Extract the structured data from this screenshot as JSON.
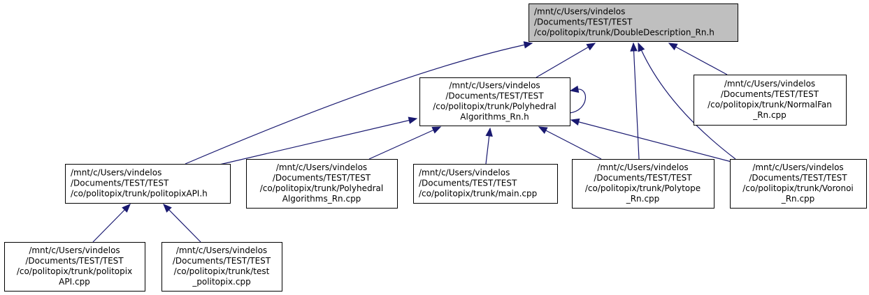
{
  "colors": {
    "edge": "#191970",
    "highlight_fill": "#bfbfbf",
    "node_fill": "#ffffff",
    "border": "#000000"
  },
  "nodes": [
    {
      "id": "doubledescription_h",
      "highlight": true,
      "lines": [
        "/mnt/c/Users/vindelos",
        "/Documents/TEST/TEST",
        "/co/politopix/trunk/DoubleDescription_Rn.h"
      ]
    },
    {
      "id": "polyhedralalgorithms_h",
      "lines": [
        "/mnt/c/Users/vindelos",
        "/Documents/TEST/TEST",
        "/co/politopix/trunk/Polyhedral",
        "Algorithms_Rn.h"
      ]
    },
    {
      "id": "normalfan_cpp",
      "lines": [
        "/mnt/c/Users/vindelos",
        "/Documents/TEST/TEST",
        "/co/politopix/trunk/NormalFan",
        "_Rn.cpp"
      ]
    },
    {
      "id": "politopixapi_h",
      "lines": [
        "/mnt/c/Users/vindelos",
        "/Documents/TEST/TEST",
        "/co/politopix/trunk/politopixAPI.h"
      ]
    },
    {
      "id": "polyhedralalgorithms_cpp",
      "lines": [
        "/mnt/c/Users/vindelos",
        "/Documents/TEST/TEST",
        "/co/politopix/trunk/Polyhedral",
        "Algorithms_Rn.cpp"
      ]
    },
    {
      "id": "main_cpp",
      "lines": [
        "/mnt/c/Users/vindelos",
        "/Documents/TEST/TEST",
        "/co/politopix/trunk/main.cpp"
      ]
    },
    {
      "id": "polytope_cpp",
      "lines": [
        "/mnt/c/Users/vindelos",
        "/Documents/TEST/TEST",
        "/co/politopix/trunk/Polytope",
        "_Rn.cpp"
      ]
    },
    {
      "id": "voronoi_cpp",
      "lines": [
        "/mnt/c/Users/vindelos",
        "/Documents/TEST/TEST",
        "/co/politopix/trunk/Voronoi",
        "_Rn.cpp"
      ]
    },
    {
      "id": "politopixapi_cpp",
      "lines": [
        "/mnt/c/Users/vindelos",
        "/Documents/TEST/TEST",
        "/co/politopix/trunk/politopix",
        "API.cpp"
      ]
    },
    {
      "id": "test_politopix_cpp",
      "lines": [
        "/mnt/c/Users/vindelos",
        "/Documents/TEST/TEST",
        "/co/politopix/trunk/test",
        "_politopix.cpp"
      ]
    }
  ],
  "edges": [
    {
      "from": "polyhedralalgorithms_h",
      "to": "doubledescription_h"
    },
    {
      "from": "normalfan_cpp",
      "to": "doubledescription_h"
    },
    {
      "from": "politopixapi_h",
      "to": "doubledescription_h"
    },
    {
      "from": "polytope_cpp",
      "to": "doubledescription_h"
    },
    {
      "from": "voronoi_cpp",
      "to": "doubledescription_h"
    },
    {
      "from": "polyhedralalgorithms_h",
      "to": "polyhedralalgorithms_h"
    },
    {
      "from": "politopixapi_h",
      "to": "polyhedralalgorithms_h"
    },
    {
      "from": "polyhedralalgorithms_cpp",
      "to": "polyhedralalgorithms_h"
    },
    {
      "from": "main_cpp",
      "to": "polyhedralalgorithms_h"
    },
    {
      "from": "polytope_cpp",
      "to": "polyhedralalgorithms_h"
    },
    {
      "from": "voronoi_cpp",
      "to": "polyhedralalgorithms_h"
    },
    {
      "from": "politopixapi_cpp",
      "to": "politopixapi_h"
    },
    {
      "from": "test_politopix_cpp",
      "to": "politopixapi_h"
    }
  ]
}
